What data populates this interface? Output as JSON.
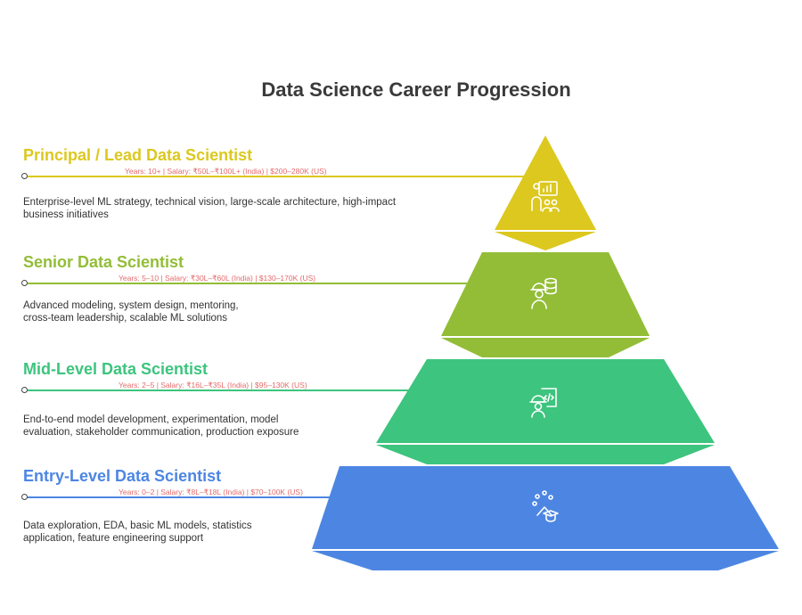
{
  "title": "Data Science Career Progression",
  "levels": [
    {
      "title": "Principal / Lead Data Scientist",
      "meta": "Years: 10+ | Salary: ₹50L–₹100L+ (India) | $200–280K (US)",
      "description": "Enterprise-level ML strategy, technical vision, large-scale architecture, high-impact business initiatives",
      "color": "#dcc81e",
      "icon": "presenter-chart-icon"
    },
    {
      "title": "Senior Data Scientist",
      "meta": "Years: 5–10 | Salary: ₹30L–₹60L (India) | $130–170K (US)",
      "description": "Advanced modeling, system design, mentoring, cross-team leadership, scalable ML solutions",
      "color": "#93bd37",
      "icon": "engineer-database-icon"
    },
    {
      "title": "Mid-Level Data Scientist",
      "meta": "Years: 2–5 | Salary: ₹16L–₹35L (India) | $95–130K (US)",
      "description": "End-to-end model development, experimentation, model evaluation, stakeholder communication, production exposure",
      "color": "#3dc47e",
      "icon": "engineer-code-icon"
    },
    {
      "title": "Entry-Level Data Scientist",
      "meta": "Years: 0–2 | Salary: ₹8L–₹18L (India) | $70–100K (US)",
      "description": "Data exploration, EDA, basic ML models, statistics application, feature engineering support",
      "color": "#4d86e2",
      "icon": "graduate-ideas-icon"
    }
  ]
}
